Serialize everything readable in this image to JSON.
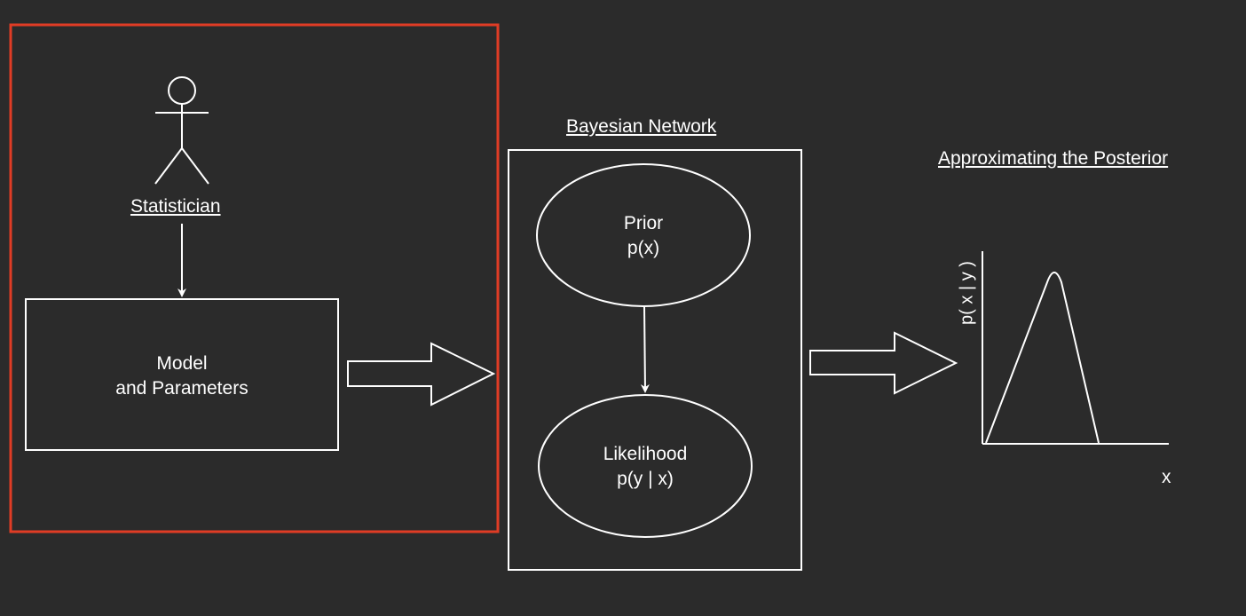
{
  "diagram": {
    "statistician_label": "Statistician",
    "model_label_line1": "Model",
    "model_label_line2": "and Parameters",
    "network_title": "Bayesian Network",
    "prior_line1": "Prior",
    "prior_line2": "p(x)",
    "likelihood_line1": "Likelihood",
    "likelihood_line2": "p(y | x)",
    "posterior_title": "Approximating the Posterior",
    "plot_ylabel": "p( x | y )",
    "plot_xlabel": "x"
  },
  "colors": {
    "background": "#2b2b2b",
    "stroke": "#ffffff",
    "highlight": "#e03c25"
  }
}
